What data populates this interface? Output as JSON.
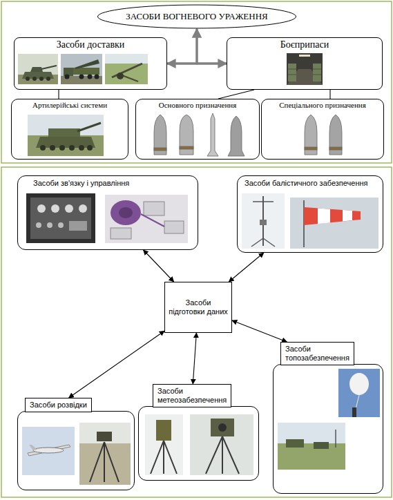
{
  "diagram": {
    "nodes": [
      {
        "text": [
          "ЗАСОБИ ВОГНЕВОГО УРАЖЕННЯ"
        ]
      },
      {
        "text": [
          "Засоби доставки"
        ]
      },
      {
        "text": [
          "Боєприпаси"
        ]
      },
      {
        "text": [
          "Артилерійські системи"
        ]
      },
      {
        "text": [
          "Основного призначення"
        ]
      },
      {
        "text": [
          "Спеціального призначення"
        ]
      },
      {
        "text": [
          "Засоби зв'язку і управління"
        ]
      },
      {
        "text": [
          "Засоби балістичного забезпечення"
        ]
      },
      {
        "text": [
          "Засоби підготовки даних"
        ]
      },
      {
        "text": [
          "Засоби топозабезпечення"
        ]
      },
      {
        "text": [
          "Засоби метеозабезпечення"
        ]
      },
      {
        "text": [
          "Засоби розвідки"
        ]
      }
    ],
    "edges": [
      {
        "from": 1,
        "to": 2,
        "arrow": "both"
      },
      {
        "from": 1,
        "to": 0,
        "arrow": "to"
      },
      {
        "from": 2,
        "to": 0,
        "arrow": "to"
      },
      {
        "from": 1,
        "to": 3,
        "arrow": "none"
      },
      {
        "from": 2,
        "to": 4,
        "arrow": "none"
      },
      {
        "from": 2,
        "to": 5,
        "arrow": "none"
      },
      {
        "from": 8,
        "to": 6,
        "arrow": "both"
      },
      {
        "from": 8,
        "to": 7,
        "arrow": "both"
      },
      {
        "from": 8,
        "to": 9,
        "arrow": "both"
      },
      {
        "from": 8,
        "to": 10,
        "arrow": "both"
      },
      {
        "from": 8,
        "to": 11,
        "arrow": "both"
      }
    ]
  }
}
